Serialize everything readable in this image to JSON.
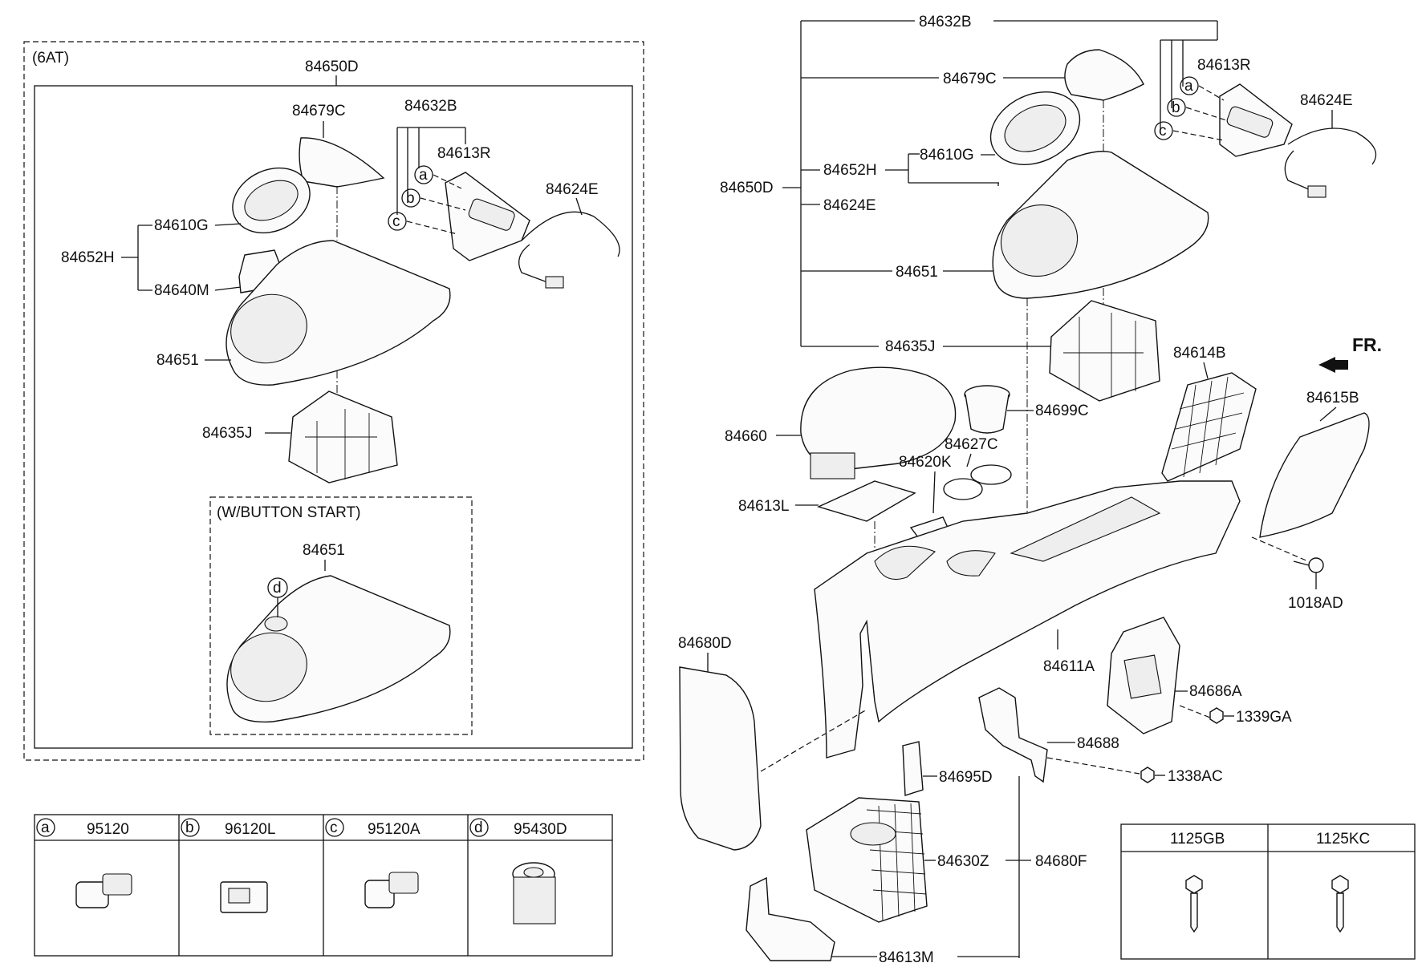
{
  "groups": {
    "six_at": "(6AT)",
    "button_start": "(W/BUTTON START)"
  },
  "labels": {
    "l_84650D": "84650D",
    "l_84679C_a": "84679C",
    "l_84632B_a": "84632B",
    "l_84613R_a": "84613R",
    "l_84624E_a": "84624E",
    "l_84610G_a": "84610G",
    "l_84652H_a": "84652H",
    "l_84640M": "84640M",
    "l_84651_a": "84651",
    "l_84635J_a": "84635J",
    "l_84651_b": "84651",
    "l_84632B_b": "84632B",
    "l_84613R_b": "84613R",
    "l_84679C_b": "84679C",
    "l_84624E_b": "84624E",
    "l_84610G_b": "84610G",
    "l_84652H_b": "84652H",
    "l_84650D_b": "84650D",
    "l_84624E_c": "84624E",
    "l_84651_c": "84651",
    "l_84635J_b": "84635J",
    "l_84614B": "84614B",
    "l_FR": "FR.",
    "l_84615B": "84615B",
    "l_84699C": "84699C",
    "l_84660": "84660",
    "l_84627C": "84627C",
    "l_84620K": "84620K",
    "l_84613L": "84613L",
    "l_1018AD": "1018AD",
    "l_84680D": "84680D",
    "l_84611A": "84611A",
    "l_84686A": "84686A",
    "l_1339GA": "1339GA",
    "l_84688": "84688",
    "l_84695D": "84695D",
    "l_1338AC": "1338AC",
    "l_84630Z": "84630Z",
    "l_84680F": "84680F",
    "l_84613M": "84613M"
  },
  "callouts": {
    "a": "a",
    "b": "b",
    "c": "c",
    "d": "d"
  },
  "switch_table": [
    {
      "key": "a",
      "part": "95120"
    },
    {
      "key": "b",
      "part": "96120L"
    },
    {
      "key": "c",
      "part": "95120A"
    },
    {
      "key": "d",
      "part": "95430D"
    }
  ],
  "bolt_table": [
    {
      "part": "1125GB"
    },
    {
      "part": "1125KC"
    }
  ]
}
